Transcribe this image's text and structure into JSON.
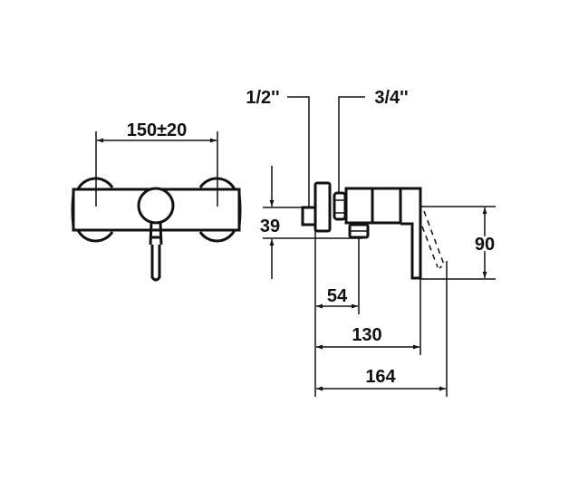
{
  "diagram": {
    "type": "technical-dimension-drawing",
    "subject": "wall-mounted shower mixer",
    "colors": {
      "line": "#111111",
      "background": "#ffffff"
    },
    "front_view": {
      "dimension_spacing": "150±20"
    },
    "side_view": {
      "inlet_label": "1/2''",
      "outlet_label": "3/4''",
      "dim_height_body": "39",
      "dim_height_handle": "90",
      "dim_depth_outlet": "54",
      "dim_depth_body": "130",
      "dim_depth_total": "164"
    }
  }
}
